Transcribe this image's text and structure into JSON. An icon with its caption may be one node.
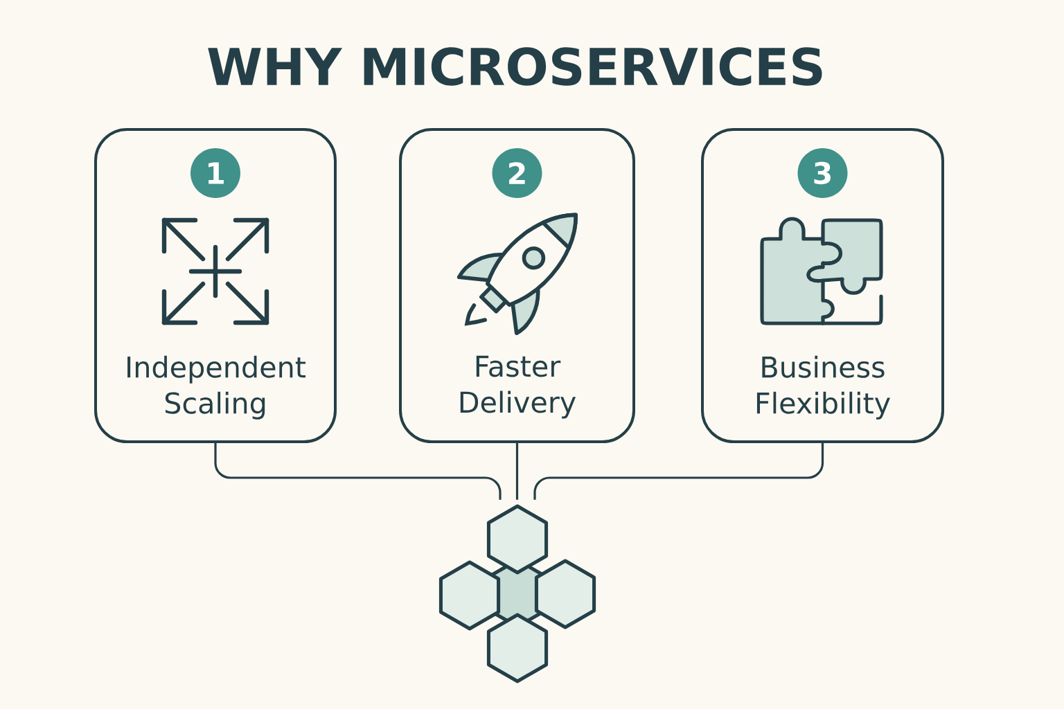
{
  "diagram": {
    "title": "WHY MICROSERVICES",
    "nodes": [
      {
        "text": [
          "Independent Scaling"
        ]
      },
      {
        "text": [
          "1"
        ],
        "in": 0
      },
      {
        "text": [
          "Faster Delivery"
        ]
      },
      {
        "text": [
          "2"
        ],
        "in": 2
      },
      {
        "text": [
          "Business Flexibility"
        ]
      },
      {
        "text": [
          "3"
        ],
        "in": 4
      },
      {
        "text": [],
        "shape": "picture"
      }
    ],
    "edges": [
      {
        "from": 0,
        "to": 6,
        "arrow": "none"
      },
      {
        "from": 2,
        "to": 6,
        "arrow": "none"
      },
      {
        "from": 4,
        "to": 6,
        "arrow": "none"
      }
    ]
  }
}
